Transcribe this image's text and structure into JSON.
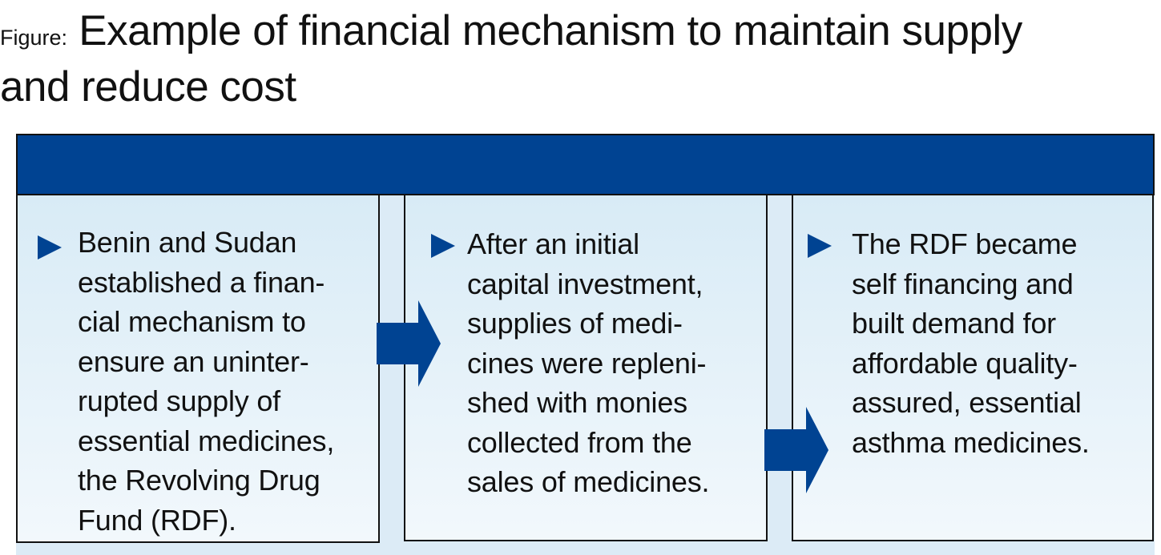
{
  "title": {
    "prefix": "Figure:",
    "line1": "Example of financial mechanism to maintain supply",
    "line2": "and reduce cost"
  },
  "colors": {
    "header_bar": "#004392",
    "arrow": "#004392",
    "bullet": "#004392",
    "box_fill_top": "#d8ebf6",
    "box_fill_bottom": "#f2f8fc"
  },
  "steps": [
    {
      "text": "Benin and Sudan\nestablished a finan-\ncial mechanism to\nensure an uninter-\nrupted supply of\nessential medicines,\nthe Revolving Drug\nFund (RDF)."
    },
    {
      "text": "After an initial\ncapital investment,\nsupplies of medi-\ncines were repleni-\nshed with monies\ncollected from the\nsales of medicines."
    },
    {
      "text": "The RDF became\nself financing and\nbuilt demand for\naffordable quality-\nassured, essential\nasthma medicines."
    }
  ],
  "icons": {
    "bullet": "triangle-right-icon",
    "connector": "arrow-right-icon"
  }
}
